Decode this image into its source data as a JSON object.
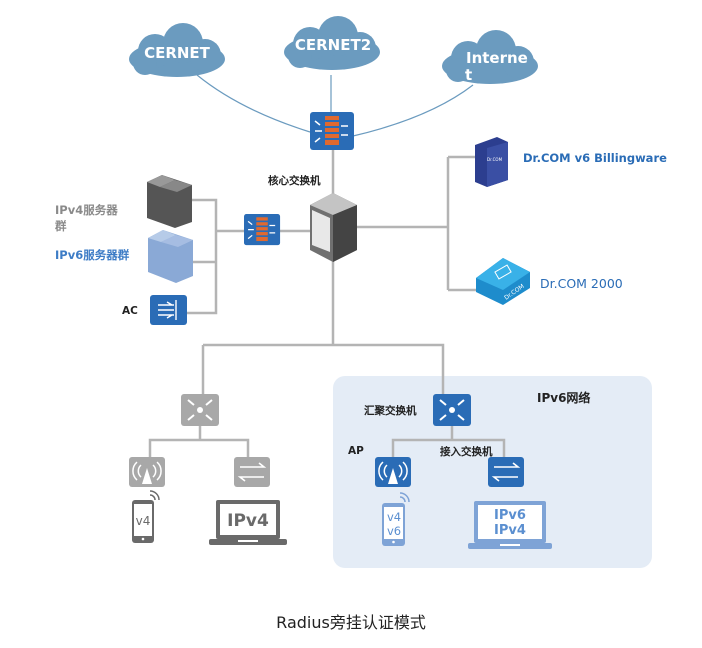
{
  "clouds": [
    {
      "label": "CERNET"
    },
    {
      "label": "CERNET2"
    },
    {
      "label_line1": "Interne",
      "label_line2": "t"
    }
  ],
  "core": {
    "label": "核心交换机"
  },
  "servers": {
    "ipv4_line1": "IPv4服务器",
    "ipv4_line2": "群",
    "ipv6": "IPv6服务器群",
    "ac": "AC"
  },
  "billing": {
    "v6": "Dr.COM v6 Billingware",
    "v6_icon_text": "Dr.COM",
    "d2000": "Dr.COM 2000",
    "d2000_icon_text": "Dr.COM"
  },
  "ipv4_side": {
    "phone": "v4",
    "laptop": "IPv4"
  },
  "ipv6_network": {
    "title": "IPv6网络",
    "agg_label": "汇聚交换机",
    "ap_label": "AP",
    "access_label": "接入交换机",
    "phone_line1": "v4",
    "phone_line2": "v6",
    "laptop_line1": "IPv6",
    "laptop_line2": "IPv4"
  },
  "caption": "Radius旁挂认证模式",
  "colors": {
    "cloud": "#6b9bbf",
    "blue": "#2a6cb6",
    "gray_line": "#b4b4b4",
    "ipv6_bg": "#e4ecf6",
    "firewall_brick": "#e0692f"
  }
}
